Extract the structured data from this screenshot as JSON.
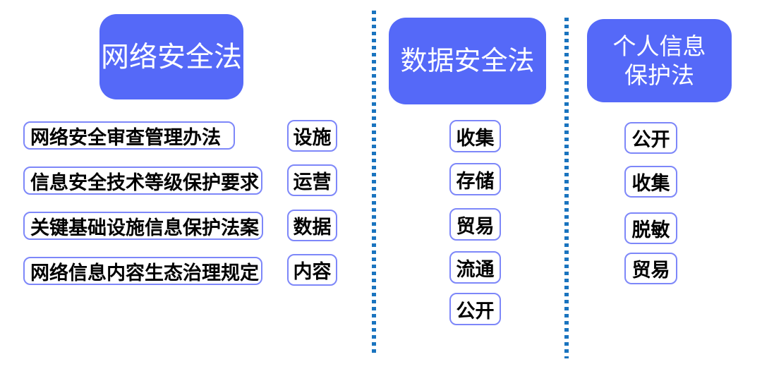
{
  "diagram": {
    "background": "#ffffff",
    "colors": {
      "title_box_fill": "#5569f8",
      "title_text": "#ffffff",
      "item_border": "#7d87f9",
      "item_text": "#000000",
      "divider_dot": "#1a74bf"
    },
    "columns": [
      {
        "title": "网络安全法",
        "regulations": [
          "网络安全审查管理办法",
          "信息安全技术等级保护要求",
          "关键基础设施信息保护法案",
          "网络信息内容生态治理规定"
        ],
        "tags": [
          "设施",
          "运营",
          "数据",
          "内容"
        ]
      },
      {
        "title": "数据安全法",
        "tags": [
          "收集",
          "存储",
          "贸易",
          "流通",
          "公开"
        ]
      },
      {
        "title": "个人信息保护法",
        "title_line1": "个人信息",
        "title_line2": "保护法",
        "tags": [
          "公开",
          "收集",
          "脱敏",
          "贸易"
        ]
      }
    ]
  }
}
